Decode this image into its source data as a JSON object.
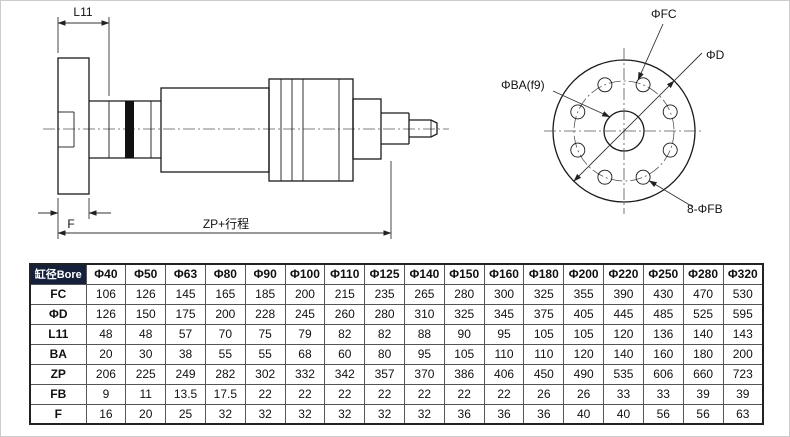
{
  "drawing": {
    "side_view": {
      "dim_l11": "L11",
      "dim_f": "F",
      "dim_zp_stroke": "ZP+行程"
    },
    "front_view": {
      "dim_fc": "ΦFC",
      "dim_ba": "ΦBA(f9)",
      "dim_d": "ΦD",
      "dim_fb": "8-ΦFB"
    }
  },
  "table": {
    "corner_header": "缸径Bore",
    "bore_sizes": [
      "Φ40",
      "Φ50",
      "Φ63",
      "Φ80",
      "Φ90",
      "Φ100",
      "Φ110",
      "Φ125",
      "Φ140",
      "Φ150",
      "Φ160",
      "Φ180",
      "Φ200",
      "Φ220",
      "Φ250",
      "Φ280",
      "Φ320"
    ],
    "rows": [
      {
        "label": "FC",
        "values": [
          "106",
          "126",
          "145",
          "165",
          "185",
          "200",
          "215",
          "235",
          "265",
          "280",
          "300",
          "325",
          "355",
          "390",
          "430",
          "470",
          "530"
        ]
      },
      {
        "label": "ΦD",
        "values": [
          "126",
          "150",
          "175",
          "200",
          "228",
          "245",
          "260",
          "280",
          "310",
          "325",
          "345",
          "375",
          "405",
          "445",
          "485",
          "525",
          "595"
        ]
      },
      {
        "label": "L11",
        "values": [
          "48",
          "48",
          "57",
          "70",
          "75",
          "79",
          "82",
          "82",
          "88",
          "90",
          "95",
          "105",
          "105",
          "120",
          "136",
          "140",
          "143"
        ]
      },
      {
        "label": "BA",
        "values": [
          "20",
          "30",
          "38",
          "55",
          "55",
          "68",
          "60",
          "80",
          "95",
          "105",
          "110",
          "110",
          "120",
          "140",
          "160",
          "180",
          "200"
        ]
      },
      {
        "label": "ZP",
        "values": [
          "206",
          "225",
          "249",
          "282",
          "302",
          "332",
          "342",
          "357",
          "370",
          "386",
          "406",
          "450",
          "490",
          "535",
          "606",
          "660",
          "723"
        ]
      },
      {
        "label": "FB",
        "values": [
          "9",
          "11",
          "13.5",
          "17.5",
          "22",
          "22",
          "22",
          "22",
          "22",
          "22",
          "22",
          "26",
          "26",
          "33",
          "33",
          "39",
          "39"
        ]
      },
      {
        "label": "F",
        "values": [
          "16",
          "20",
          "25",
          "32",
          "32",
          "32",
          "32",
          "32",
          "32",
          "36",
          "36",
          "36",
          "40",
          "40",
          "56",
          "56",
          "63"
        ]
      }
    ]
  },
  "colors": {
    "line": "#1a1a1a",
    "table_border": "#555555",
    "corner_bg": "#15203a",
    "corner_fg": "#ffffff"
  }
}
